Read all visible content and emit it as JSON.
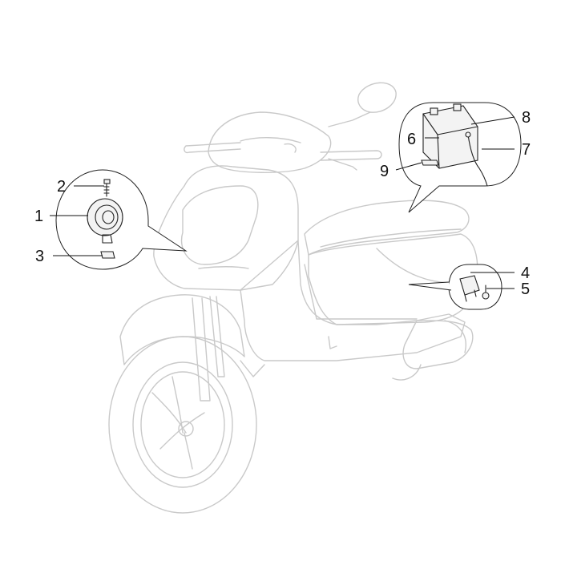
{
  "diagram": {
    "part_numbers": {
      "p1": "1",
      "p2": "2",
      "p3": "3",
      "p4": "4",
      "p5": "5",
      "p6": "6",
      "p7": "7",
      "p8": "8",
      "p9": "9"
    },
    "colors": {
      "scooter_outline": "#c9c9c9",
      "part_outline": "#222222",
      "background": "#ffffff"
    }
  }
}
